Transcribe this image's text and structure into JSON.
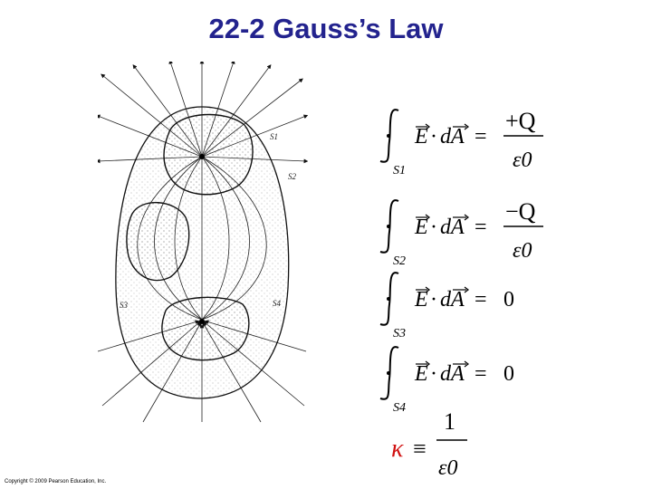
{
  "slide": {
    "title": "22-2 Gauss’s Law",
    "copyright": "Copyright © 2009 Pearson Education, Inc."
  },
  "diagram": {
    "surface_labels": [
      "S1",
      "S2",
      "S3",
      "S4"
    ]
  },
  "equations": [
    {
      "surface": "S1",
      "rhs_numerator": "+Q",
      "rhs_denominator": "ε0"
    },
    {
      "surface": "S2",
      "rhs_numerator": "−Q",
      "rhs_denominator": "ε0"
    },
    {
      "surface": "S3",
      "rhs_value": "0"
    },
    {
      "surface": "S4",
      "rhs_value": "0"
    }
  ],
  "kappa": {
    "symbol": "κ",
    "relation": "≡",
    "numerator": "1",
    "denominator": "ε0"
  }
}
